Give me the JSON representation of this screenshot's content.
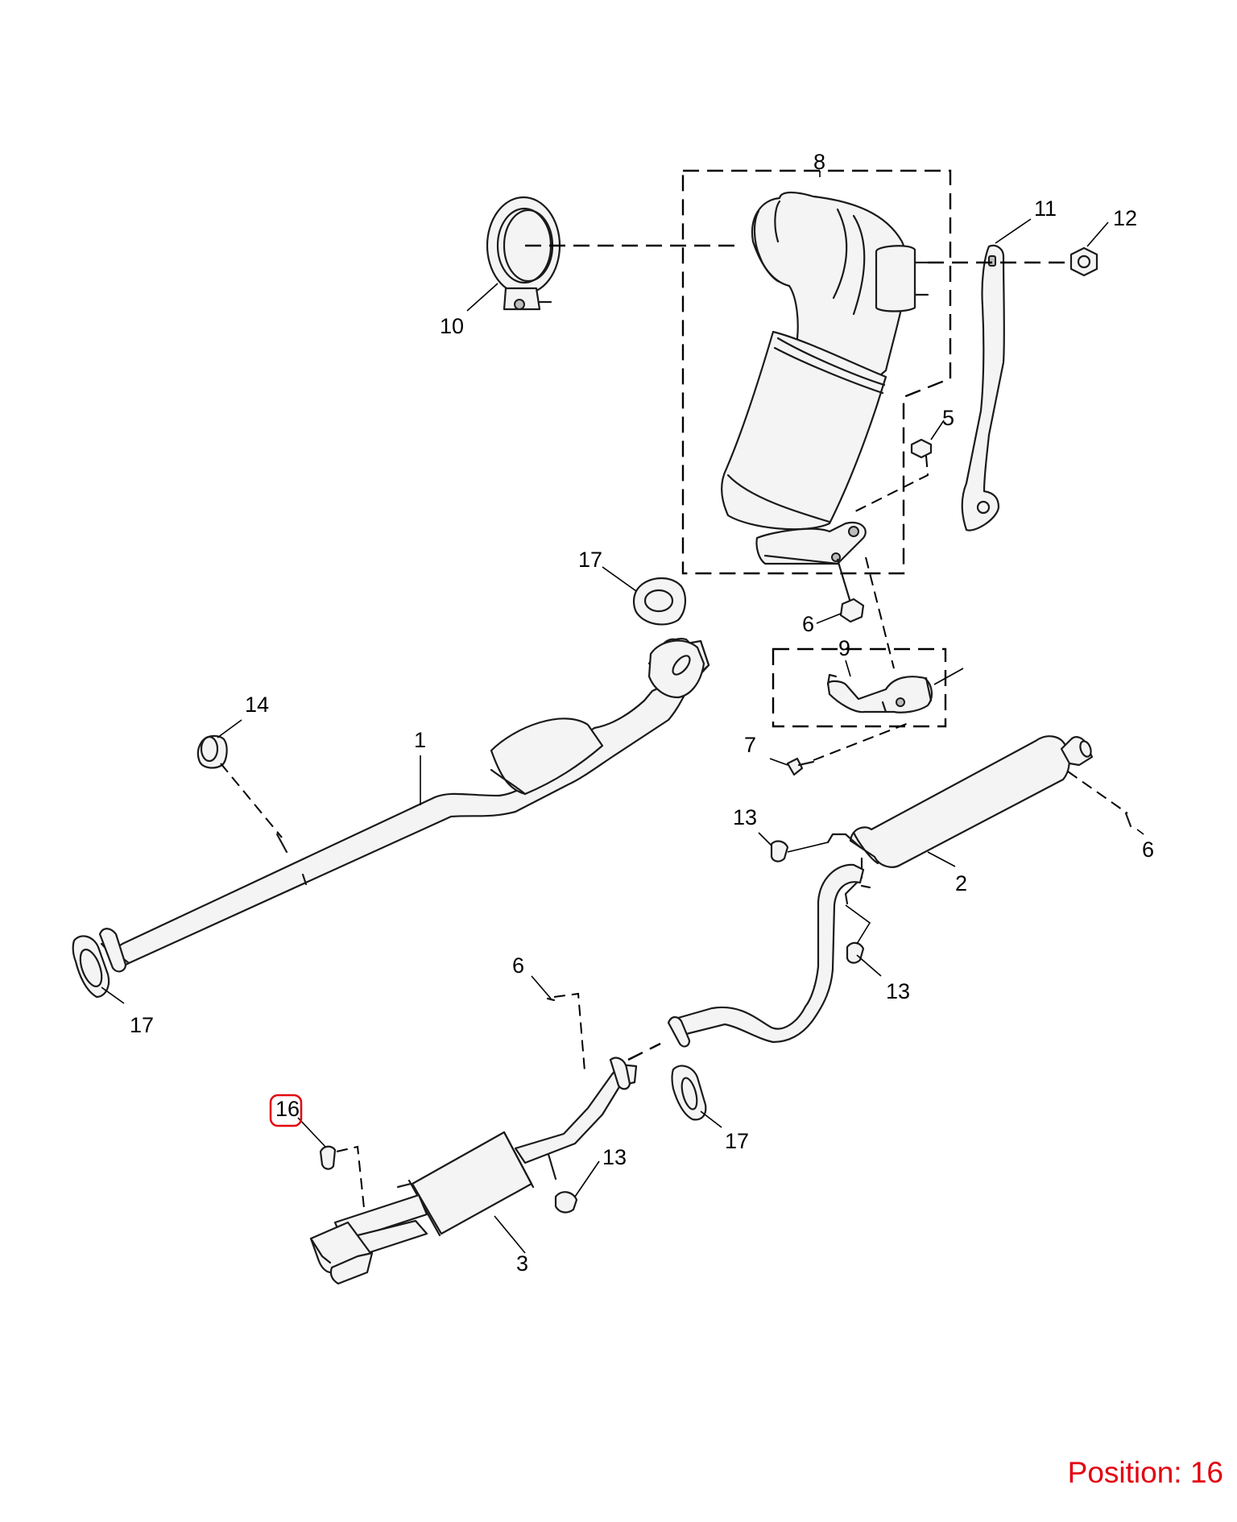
{
  "callouts": {
    "c1": "1",
    "c2": "2",
    "c3": "3",
    "c5": "5",
    "c6a": "6",
    "c6b": "6",
    "c6c": "6",
    "c7": "7",
    "c8": "8",
    "c9": "9",
    "c10": "10",
    "c11": "11",
    "c12": "12",
    "c13a": "13",
    "c13b": "13",
    "c13c": "13",
    "c14": "14",
    "c16": "16",
    "c17a": "17",
    "c17b": "17",
    "c17c": "17"
  },
  "selected_callout": "16",
  "position_label": "Position: 16",
  "colors": {
    "highlight": "#e3000f",
    "line": "#1a1a1a"
  }
}
